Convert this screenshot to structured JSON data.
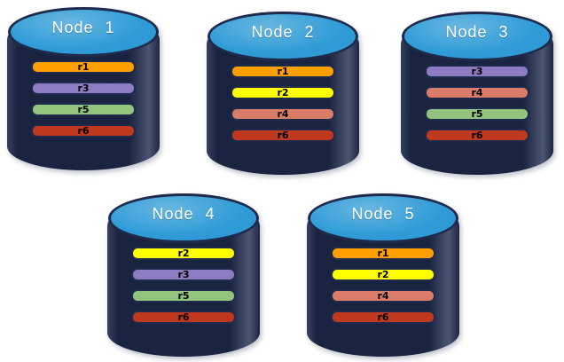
{
  "palette": {
    "background": "#ffffff",
    "cylinder_body": "#1f2b4d",
    "cylinder_top": "#2e9bd6",
    "bar_border": "#1f2b4d",
    "bar_text": "#000000",
    "title_text": "#ffffff",
    "replica_colors": {
      "r1": "#ff9f00",
      "r2": "#ffff00",
      "r3": "#8e7cc3",
      "r4": "#d97d68",
      "r5": "#93c47d",
      "r6": "#c0391f"
    }
  },
  "nodes": [
    {
      "label": "Node 1",
      "replicas": [
        "r1",
        "r3",
        "r5",
        "r6"
      ]
    },
    {
      "label": "Node 2",
      "replicas": [
        "r1",
        "r2",
        "r4",
        "r6"
      ]
    },
    {
      "label": "Node 3",
      "replicas": [
        "r3",
        "r4",
        "r5",
        "r6"
      ]
    },
    {
      "label": "Node 4",
      "replicas": [
        "r2",
        "r3",
        "r5",
        "r6"
      ]
    },
    {
      "label": "Node 5",
      "replicas": [
        "r1",
        "r2",
        "r4",
        "r6"
      ]
    }
  ]
}
